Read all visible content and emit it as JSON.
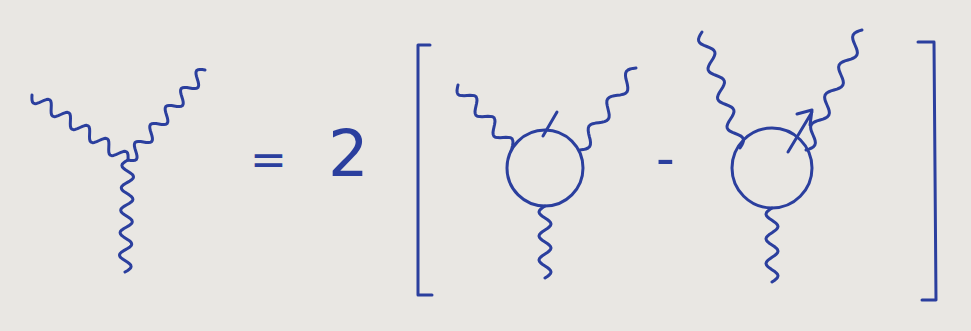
{
  "diagram": {
    "labels": [
      "=",
      "2",
      "-"
    ]
  }
}
